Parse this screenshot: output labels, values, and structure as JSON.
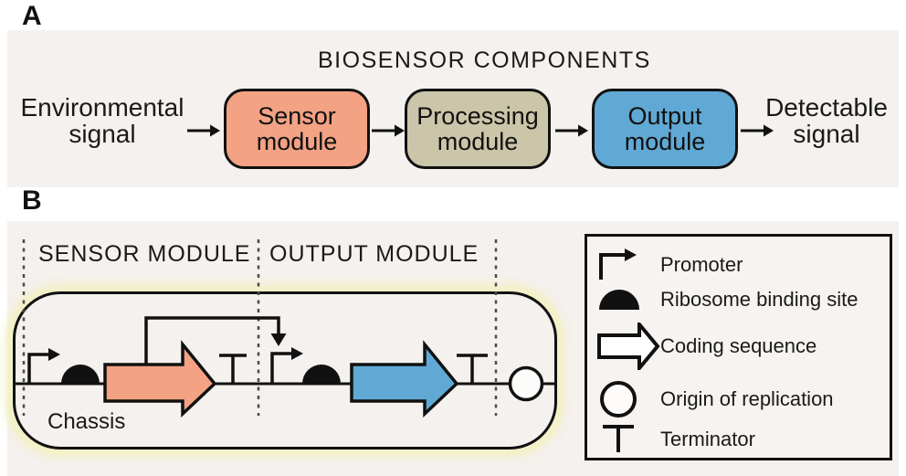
{
  "panel_a": {
    "label": "A",
    "title": "BIOSENSOR COMPONENTS",
    "flow": {
      "input_label": "Environmental\nsignal",
      "modules": [
        {
          "name": "Sensor\nmodule",
          "color": "#f3a283"
        },
        {
          "name": "Processing\nmodule",
          "color": "#cbc5a9"
        },
        {
          "name": "Output\nmodule",
          "color": "#61a9d5"
        }
      ],
      "output_label": "Detectable\nsignal"
    }
  },
  "panel_b": {
    "label": "B",
    "section_titles": [
      {
        "title": "SENSOR MODULE"
      },
      {
        "title": "OUTPUT MODULE"
      }
    ],
    "chassis_label": "Chassis",
    "circuit": {
      "sensor_module_parts": [
        "promoter",
        "ribosome-binding-site",
        "coding-sequence",
        "terminator"
      ],
      "output_module_parts": [
        "promoter",
        "ribosome-binding-site",
        "coding-sequence",
        "terminator"
      ],
      "backbone_parts": [
        "origin-of-replication"
      ],
      "regulation": "sensor coding sequence product activates output promoter",
      "sensor_cds_color": "#f3a283",
      "output_cds_color": "#61a9d5"
    },
    "legend": {
      "items": [
        {
          "icon": "promoter-icon",
          "label": "Promoter"
        },
        {
          "icon": "rbs-icon",
          "label": "Ribosome binding site"
        },
        {
          "icon": "cds-icon",
          "label": "Coding sequence"
        },
        {
          "icon": "ori-icon",
          "label": "Origin of replication"
        },
        {
          "icon": "terminator-icon",
          "label": "Terminator"
        }
      ]
    }
  },
  "colors": {
    "panel_background": "#f4f1ee",
    "chassis_glow": "#f4f1ca",
    "line_black": "#111111"
  }
}
